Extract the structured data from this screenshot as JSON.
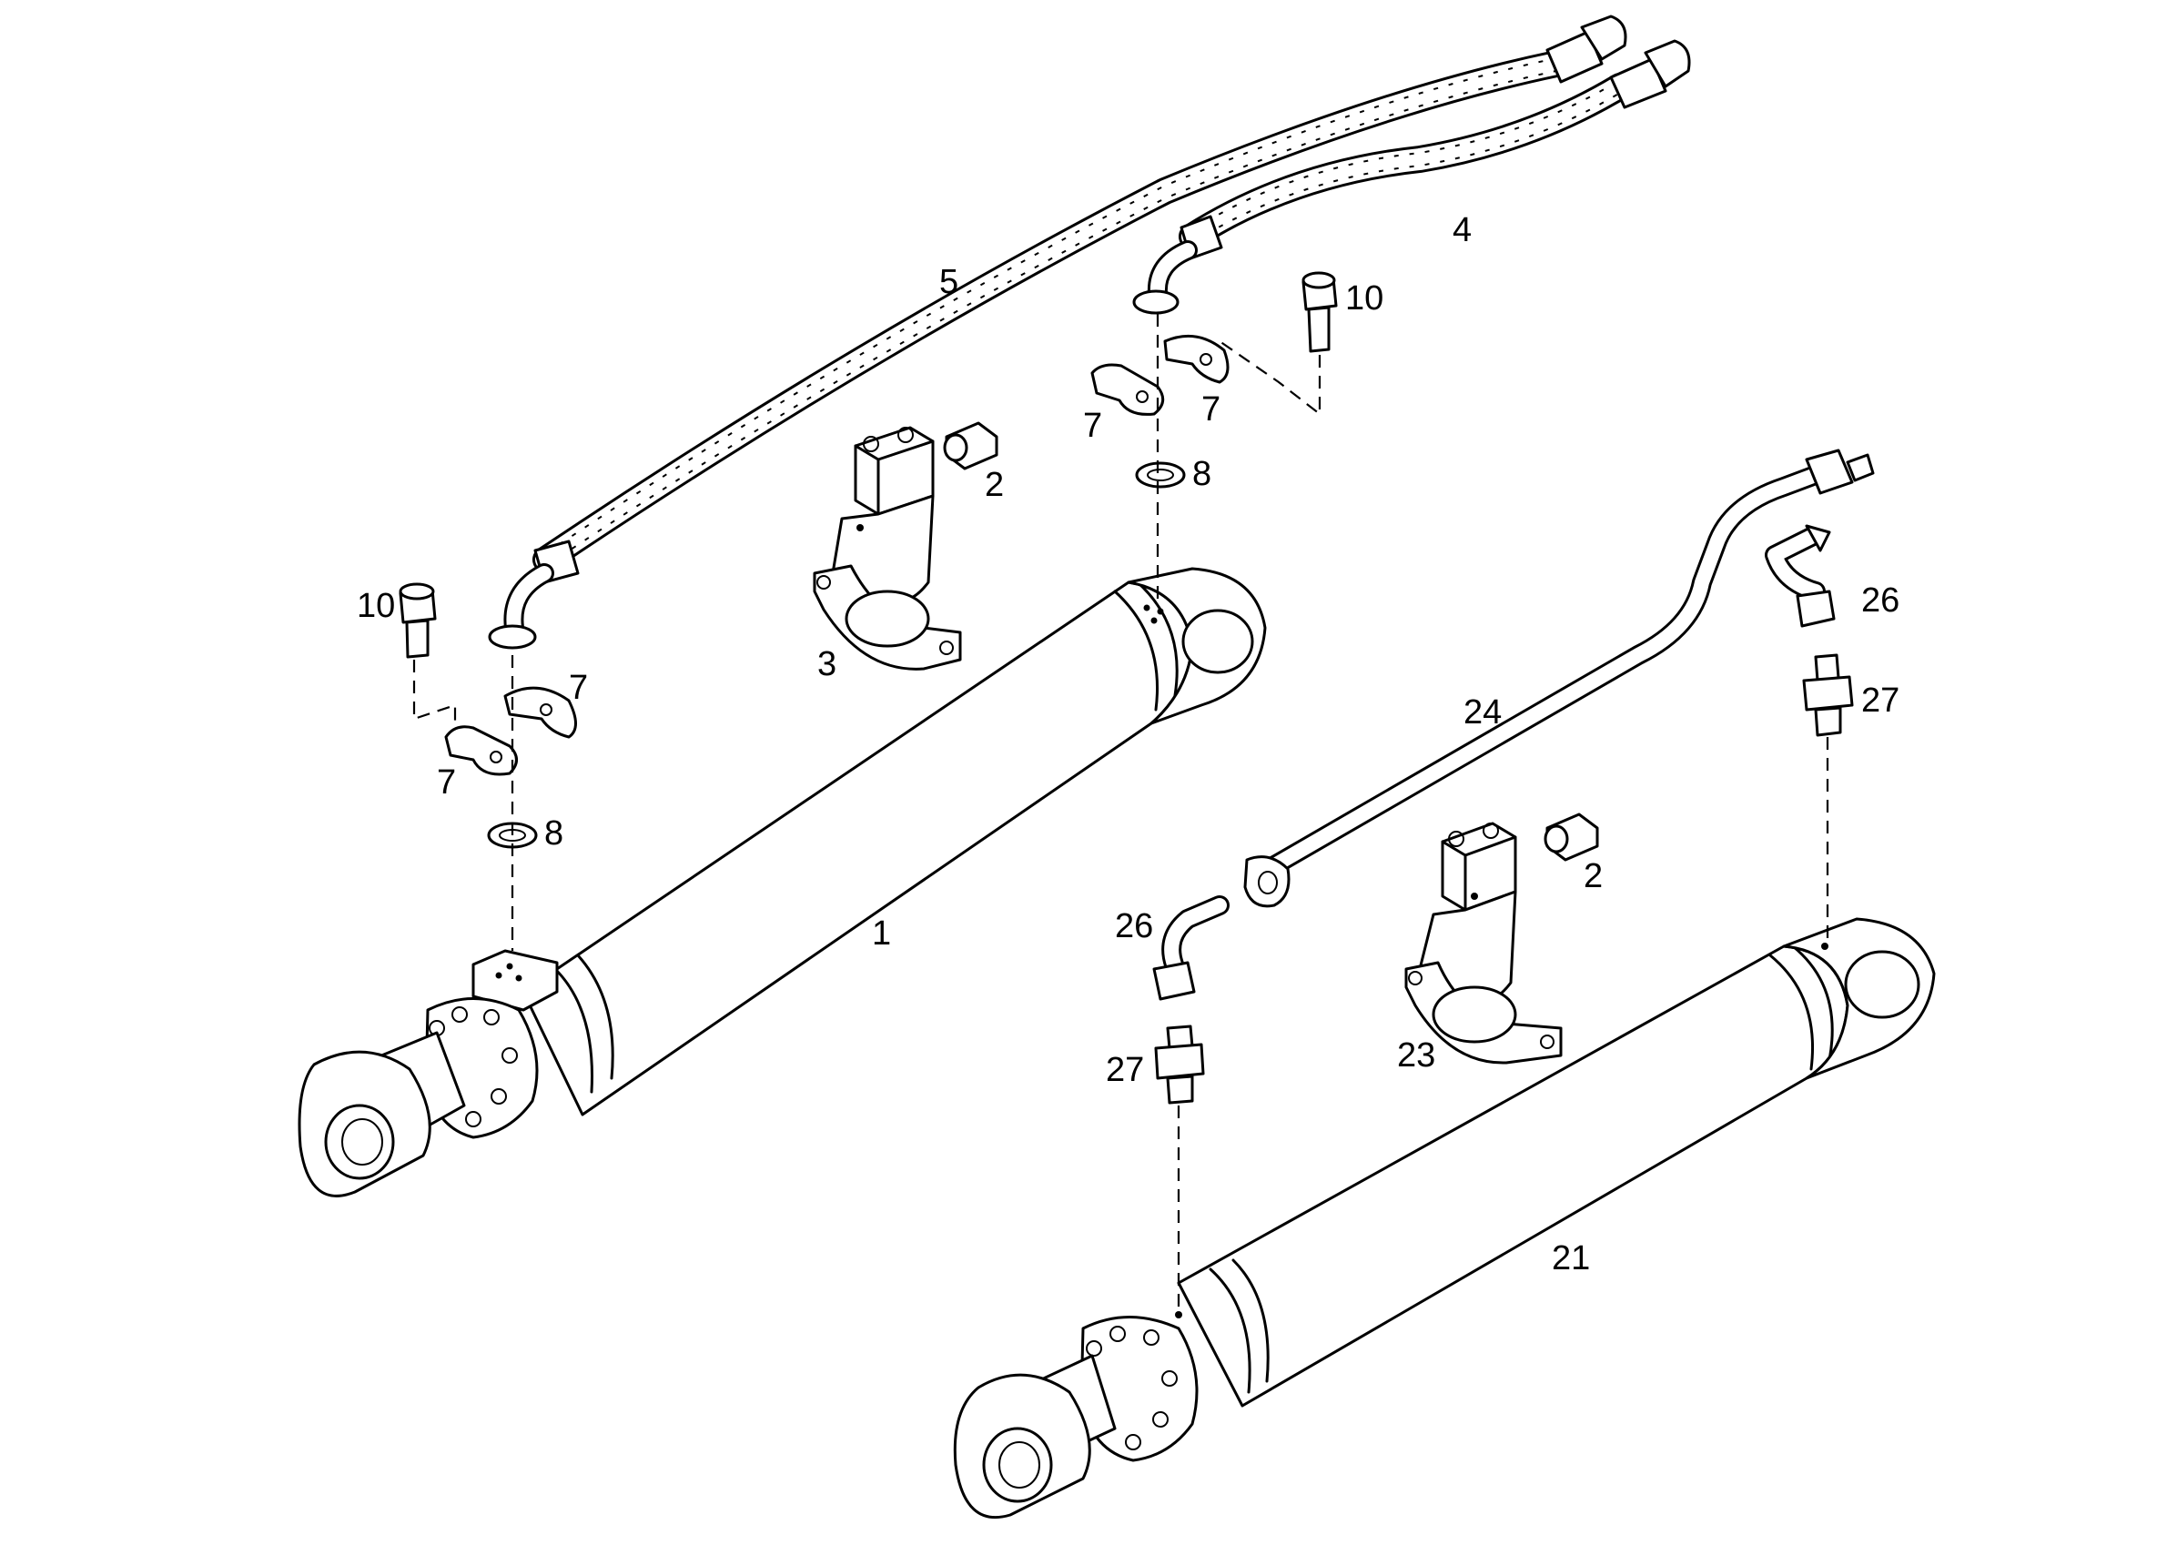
{
  "diagram": {
    "callouts": [
      {
        "id": "c1",
        "text": "1"
      },
      {
        "id": "c2a",
        "text": "2"
      },
      {
        "id": "c2b",
        "text": "2"
      },
      {
        "id": "c3",
        "text": "3"
      },
      {
        "id": "c4",
        "text": "4"
      },
      {
        "id": "c5",
        "text": "5"
      },
      {
        "id": "c7a",
        "text": "7"
      },
      {
        "id": "c7b",
        "text": "7"
      },
      {
        "id": "c7c",
        "text": "7"
      },
      {
        "id": "c7d",
        "text": "7"
      },
      {
        "id": "c8a",
        "text": "8"
      },
      {
        "id": "c8b",
        "text": "8"
      },
      {
        "id": "c10a",
        "text": "10"
      },
      {
        "id": "c10b",
        "text": "10"
      },
      {
        "id": "c21",
        "text": "21"
      },
      {
        "id": "c23",
        "text": "23"
      },
      {
        "id": "c24",
        "text": "24"
      },
      {
        "id": "c26a",
        "text": "26"
      },
      {
        "id": "c26b",
        "text": "26"
      },
      {
        "id": "c27a",
        "text": "27"
      },
      {
        "id": "c27b",
        "text": "27"
      }
    ]
  }
}
